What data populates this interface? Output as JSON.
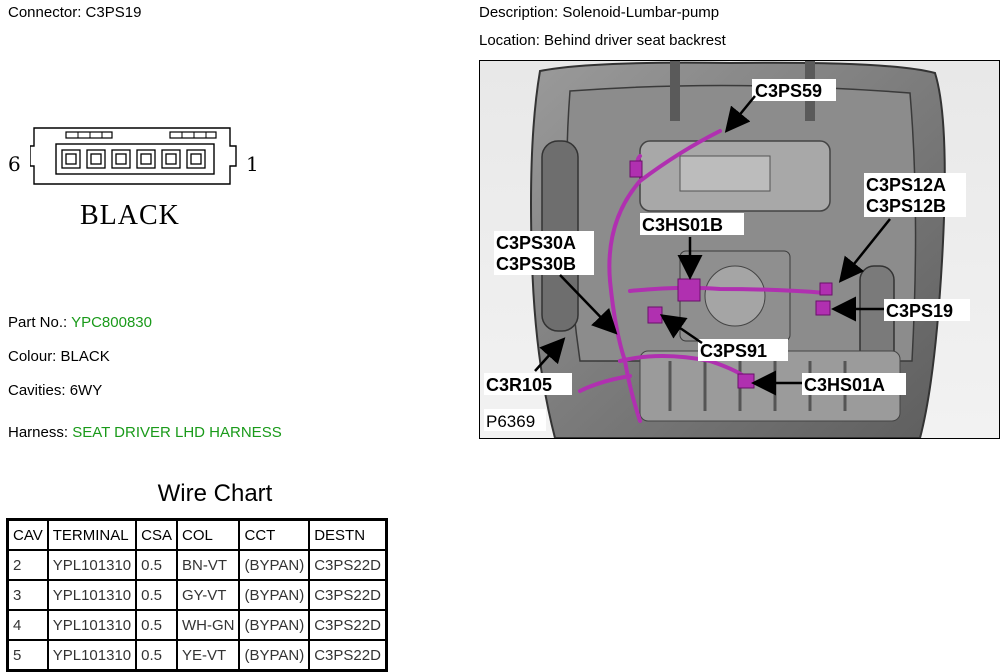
{
  "header": {
    "connector_label": "Connector: C3PS19",
    "description_label": "Description: Solenoid-Lumbar-pump",
    "location_label": "Location: Behind driver seat backrest"
  },
  "connector_drawing": {
    "pin_left": "6",
    "pin_right": "1",
    "colour_text": "BLACK",
    "cavity_count": 6
  },
  "info": {
    "part_label": "Part No.:",
    "part_value": "YPC800830",
    "colour_label": "Colour:",
    "colour_value": "BLACK",
    "cavities_label": "Cavities:",
    "cavities_value": "6WY",
    "harness_label": "Harness:",
    "harness_value": "SEAT DRIVER LHD HARNESS"
  },
  "wire_chart": {
    "title": "Wire Chart",
    "headers": [
      "CAV",
      "TERMINAL",
      "CSA",
      "COL",
      "CCT",
      "DESTN"
    ],
    "rows": [
      [
        "2",
        "YPL101310",
        "0.5",
        "BN-VT",
        "(BYPAN)",
        "C3PS22D"
      ],
      [
        "3",
        "YPL101310",
        "0.5",
        "GY-VT",
        "(BYPAN)",
        "C3PS22D"
      ],
      [
        "4",
        "YPL101310",
        "0.5",
        "WH-GN",
        "(BYPAN)",
        "C3PS22D"
      ],
      [
        "5",
        "YPL101310",
        "0.5",
        "YE-VT",
        "(BYPAN)",
        "C3PS22D"
      ]
    ]
  },
  "photo": {
    "figure_id": "P6369",
    "callouts": {
      "c3ps59": "C3PS59",
      "c3ps12": "C3PS12A",
      "c3ps12b": "C3PS12B",
      "c3hs01b": "C3HS01B",
      "c3ps30a": "C3PS30A",
      "c3ps30b": "C3PS30B",
      "c3ps19": "C3PS19",
      "c3ps91": "C3PS91",
      "c3r105": "C3R105",
      "c3hs01a": "C3HS01A"
    }
  },
  "colors": {
    "green_text": "#1a9a1a",
    "harness": "#b030b0"
  }
}
